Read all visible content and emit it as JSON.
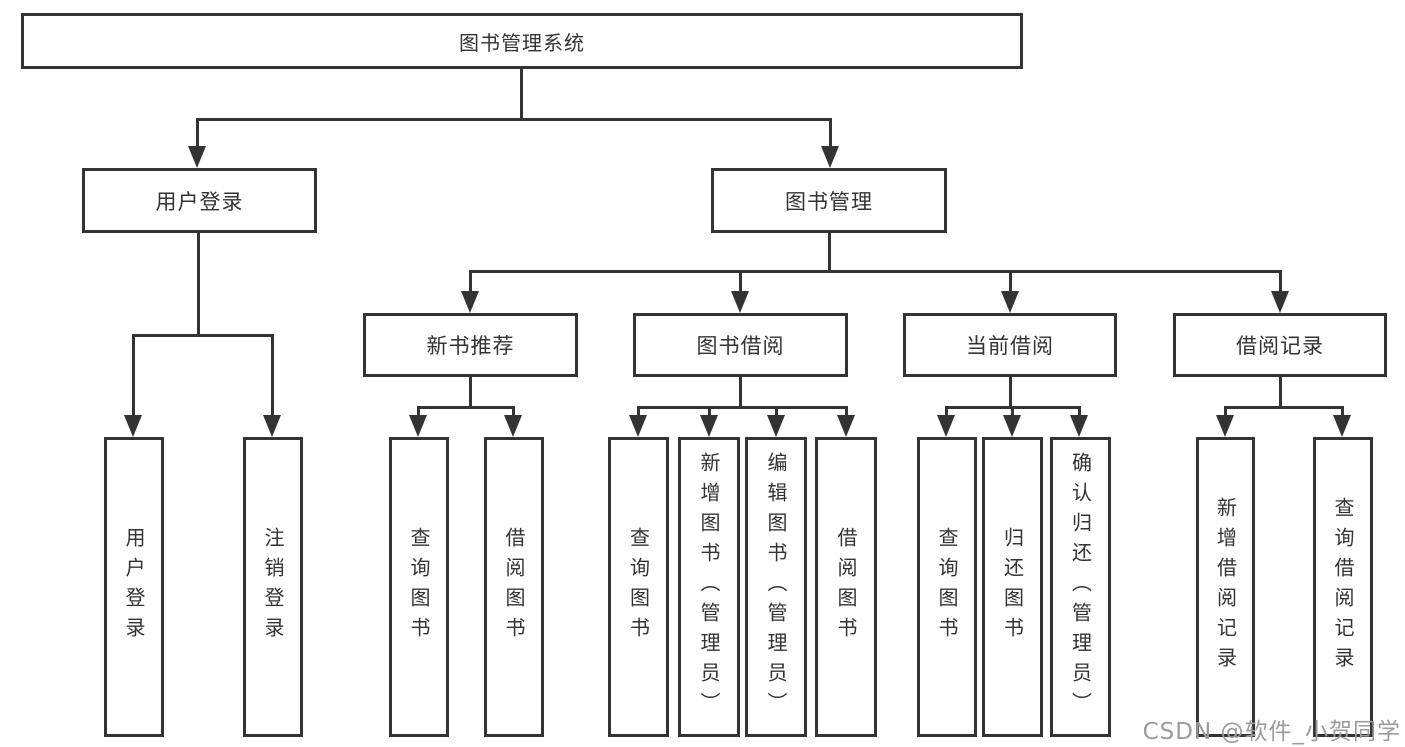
{
  "diagram": {
    "type": "hierarchy-tree",
    "levels": 4
  },
  "nodes": {
    "root": {
      "label": "图书管理系统"
    },
    "user_login": {
      "label": "用户登录"
    },
    "book_mgmt": {
      "label": "图书管理"
    },
    "new_book_rec": {
      "label": "新书推荐"
    },
    "book_borrow": {
      "label": "图书借阅"
    },
    "current_borrow": {
      "label": "当前借阅"
    },
    "borrow_record": {
      "label": "借阅记录"
    },
    "leaf_user_login": {
      "label": "用户登录"
    },
    "leaf_logout": {
      "label": "注销登录"
    },
    "leaf_query_book_1": {
      "label": "查询图书"
    },
    "leaf_borrow_book_1": {
      "label": "借阅图书"
    },
    "leaf_query_book_2": {
      "label": "查询图书"
    },
    "leaf_add_book": {
      "label": "新增图书（管理员）"
    },
    "leaf_edit_book": {
      "label": "编辑图书（管理员）"
    },
    "leaf_borrow_book_2": {
      "label": "借阅图书"
    },
    "leaf_query_book_3": {
      "label": "查询图书"
    },
    "leaf_return_book": {
      "label": "归还图书"
    },
    "leaf_confirm_return": {
      "label": "确认归还（管理员）"
    },
    "leaf_add_record": {
      "label": "新增借阅记录"
    },
    "leaf_query_record": {
      "label": "查询借阅记录"
    }
  },
  "watermark": {
    "text": "CSDN @软件_小贺同学"
  },
  "colors": {
    "line": "#333333",
    "text": "#333333",
    "background": "#ffffff",
    "watermark": "#9b9b9b"
  }
}
